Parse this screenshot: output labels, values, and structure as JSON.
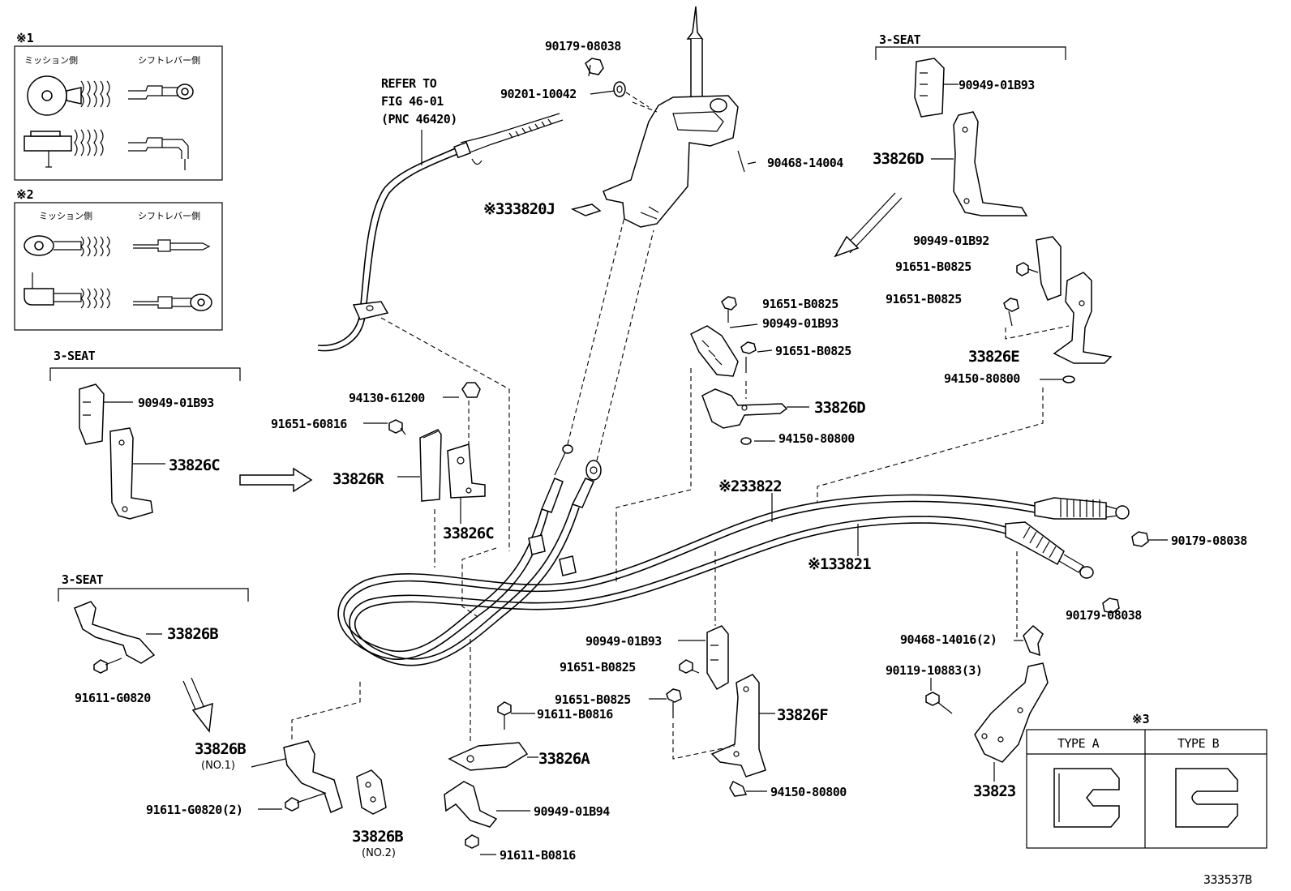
{
  "inset1": {
    "marker": "※1",
    "left_caption": "ミッション側",
    "right_caption": "シフトレバー側"
  },
  "inset2": {
    "marker": "※2",
    "left_caption": "ミッション側",
    "right_caption": "シフトレバー側"
  },
  "inset3": {
    "marker": "※3",
    "type_a": "TYPE A",
    "type_b": "TYPE B"
  },
  "seat_labels": {
    "top_right": "3-SEAT",
    "left_mid": "3-SEAT",
    "left_low": "3-SEAT"
  },
  "refer": {
    "line1": "REFER TO",
    "line2": "FIG 46-01",
    "line3": "(PNC 46420)"
  },
  "numbers": {
    "n90179_top": "90179-08038",
    "n90201": "90201-10042",
    "n90468_14004": "90468-14004",
    "n33820j": "※333820J",
    "n90949_tr": "90949-01B93",
    "n33826d_tr": "33826D",
    "n90949_b92": "90949-01B92",
    "n91651_tr1": "91651-B0825",
    "n91651_tr2": "91651-B0825",
    "n33826e": "33826E",
    "n94150_tr": "94150-80800",
    "n91651_c1": "91651-B0825",
    "n90949_c": "90949-01B93",
    "n91651_c2": "91651-B0825",
    "n33826d_c": "33826D",
    "n94150_c": "94150-80800",
    "n90949_l": "90949-01B93",
    "n33826c_l": "33826C",
    "n94130": "94130-61200",
    "n91651_60816": "91651-60816",
    "n33826r": "33826R",
    "n33826c_m": "33826C",
    "n33822": "※233822",
    "n33821": "※133821",
    "n90179_r1": "90179-08038",
    "n90179_r2": "90179-08038",
    "n33826b_top": "33826B",
    "n91611_g0820": "91611-G0820",
    "n33826b_no1": "33826B",
    "no1": "(NO.1)",
    "n91611_g0820_2": "91611-G0820(2)",
    "n33826b_no2": "33826B",
    "no2": "(NO.2)",
    "n90949_b93_low": "90949-01B93",
    "n91651_low1": "91651-B0825",
    "n91651_low2": "91651-B0825",
    "n91611_b0816_a": "91611-B0816",
    "n33826a": "33826A",
    "n90949_b94": "90949-01B94",
    "n91611_b0816_b": "91611-B0816",
    "n33826f": "33826F",
    "n94150_low": "94150-80800",
    "n90468_14016": "90468-14016(2)",
    "n90119": "90119-10883(3)",
    "n33823": "33823",
    "figure_id": "333537B"
  }
}
